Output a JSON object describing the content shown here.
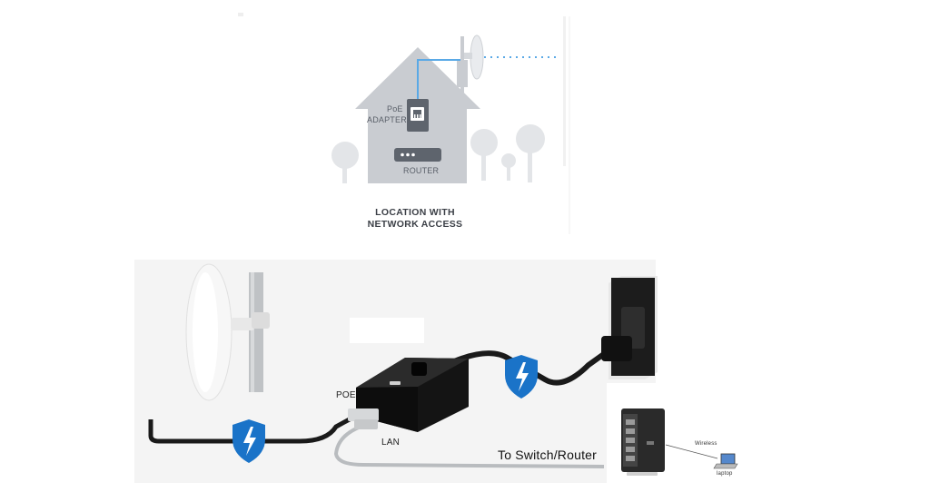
{
  "top_scene": {
    "poe_adapter_label_1": "PoE",
    "poe_adapter_label_2": "ADAPTER",
    "router_label": "ROUTER",
    "location_line_1": "LOCATION WITH",
    "location_line_2": "NETWORK ACCESS"
  },
  "bottom_scene": {
    "poe_port_label": "POE",
    "lan_port_label": "LAN",
    "switch_router_label": "To Switch/Router",
    "wireless_label": "Wireless",
    "laptop_label": "laptop"
  },
  "colors": {
    "house": "#c9ccd1",
    "tree": "#e3e5e8",
    "cable_blue": "#5aa9e6",
    "shield": "#1a73c8",
    "adapter": "#1e1e1e",
    "router_body": "#2a2a2a"
  },
  "icons": [
    "house-illustration",
    "dish-antenna-icon",
    "poe-adapter-icon",
    "router-icon",
    "tree-icon",
    "surge-shield-icon",
    "power-outlet-icon",
    "wireless-router-icon",
    "laptop-icon"
  ]
}
